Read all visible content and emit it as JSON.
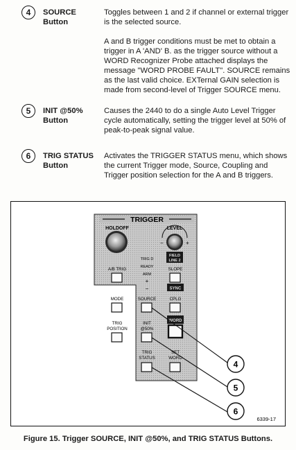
{
  "entries": [
    {
      "num": "4",
      "label": [
        "SOURCE",
        "Button"
      ],
      "paragraphs": [
        "Toggles between 1 and 2 if channel or external trigger is the selected source.",
        "A and B trigger conditions must be met to obtain a trigger in A 'AND' B.  as the trigger source without a WORD Recognizer Probe attached displays the message \"WORD PROBE FAULT\". SOURCE remains as the last valid choice.  EXTernal GAIN selection is made from second-level of Trigger SOURCE menu."
      ]
    },
    {
      "num": "5",
      "label": [
        "INIT @50%",
        "Button"
      ],
      "paragraphs": [
        "Causes the 2440 to do a single Auto Level Trigger cycle automatically, setting the trigger level at 50% of peak-to-peak signal value."
      ]
    },
    {
      "num": "6",
      "label": [
        "TRIG STATUS",
        "Button"
      ],
      "paragraphs": [
        "Activates the TRIGGER STATUS menu, which shows the current Trigger mode, Source, Coupling and Trigger position selection for the A and B triggers."
      ]
    }
  ],
  "panel": {
    "title": "TRIGGER",
    "holdoff": "HOLDOFF",
    "level": "LEVEL",
    "minus": "−",
    "plus": "+",
    "status_trigd": "TRIG D",
    "status_ready": "READY",
    "status_arm": "ARM",
    "arm_plus": "+",
    "arm_minus": "−",
    "field_badge": [
      "FIELD",
      "LINE 2"
    ],
    "sync_badge": "SYNC",
    "word_badge": "WORD",
    "buttons": {
      "ab_trig": "A/B TRIG",
      "slope": "SLOPE",
      "mode": "MODE",
      "source": "SOURCE",
      "cplg": "CPLG",
      "trig_position": [
        "TRIG",
        "POSITION"
      ],
      "init50": [
        "INIT",
        "@50%"
      ],
      "trig_status": [
        "TRIG",
        "STATUS"
      ],
      "set_word": [
        "SET",
        "WORD"
      ]
    }
  },
  "callouts": [
    "4",
    "5",
    "6"
  ],
  "figure_id": "6339-17",
  "caption": "Figure 15. Trigger SOURCE, INIT @50%, and TRIG STATUS Buttons."
}
